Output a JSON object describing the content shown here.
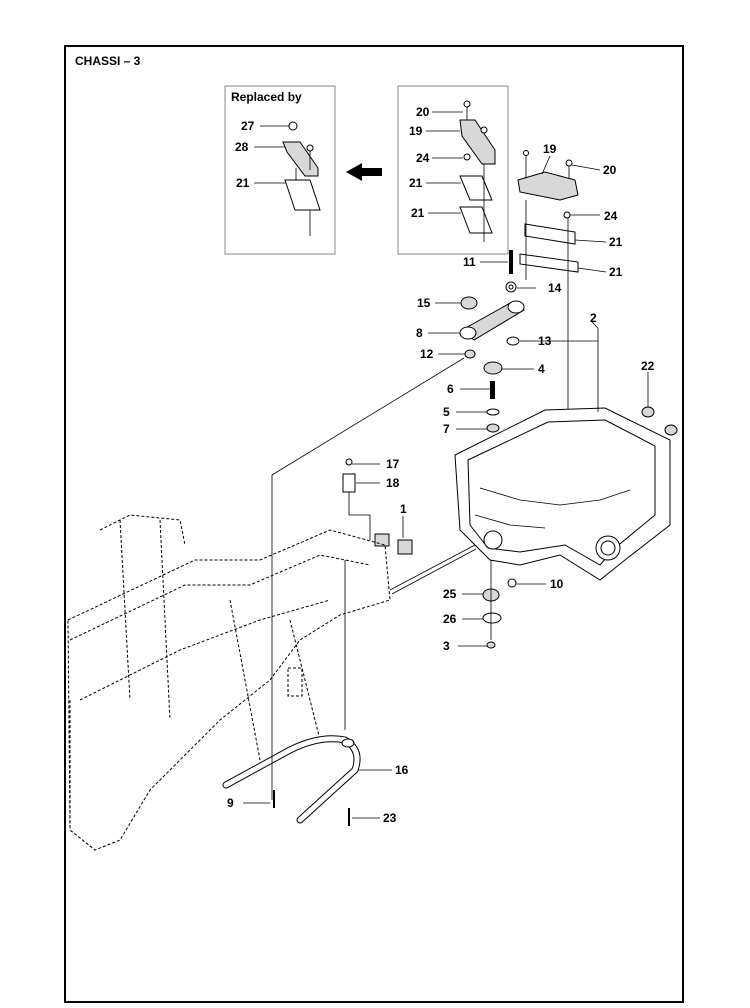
{
  "title": "CHASSI – 3",
  "inset": {
    "title": "Replaced by"
  },
  "callouts": [
    {
      "id": "c27",
      "text": "27"
    },
    {
      "id": "c28",
      "text": "28"
    },
    {
      "id": "c21a",
      "text": "21"
    },
    {
      "id": "c20a",
      "text": "20"
    },
    {
      "id": "c19a",
      "text": "19"
    },
    {
      "id": "c24a",
      "text": "24"
    },
    {
      "id": "c21b",
      "text": "21"
    },
    {
      "id": "c21c",
      "text": "21"
    },
    {
      "id": "c19b",
      "text": "19"
    },
    {
      "id": "c20b",
      "text": "20"
    },
    {
      "id": "c24b",
      "text": "24"
    },
    {
      "id": "c21d",
      "text": "21"
    },
    {
      "id": "c21e",
      "text": "21"
    },
    {
      "id": "c11",
      "text": "11"
    },
    {
      "id": "c14",
      "text": "14"
    },
    {
      "id": "c15",
      "text": "15"
    },
    {
      "id": "c2",
      "text": "2"
    },
    {
      "id": "c8",
      "text": "8"
    },
    {
      "id": "c13",
      "text": "13"
    },
    {
      "id": "c12",
      "text": "12"
    },
    {
      "id": "c4",
      "text": "4"
    },
    {
      "id": "c22",
      "text": "22"
    },
    {
      "id": "c6",
      "text": "6"
    },
    {
      "id": "c5",
      "text": "5"
    },
    {
      "id": "c7",
      "text": "7"
    },
    {
      "id": "c17",
      "text": "17"
    },
    {
      "id": "c18",
      "text": "18"
    },
    {
      "id": "c1",
      "text": "1"
    },
    {
      "id": "c10",
      "text": "10"
    },
    {
      "id": "c25",
      "text": "25"
    },
    {
      "id": "c26",
      "text": "26"
    },
    {
      "id": "c3",
      "text": "3"
    },
    {
      "id": "c16",
      "text": "16"
    },
    {
      "id": "c9",
      "text": "9"
    },
    {
      "id": "c23",
      "text": "23"
    }
  ]
}
